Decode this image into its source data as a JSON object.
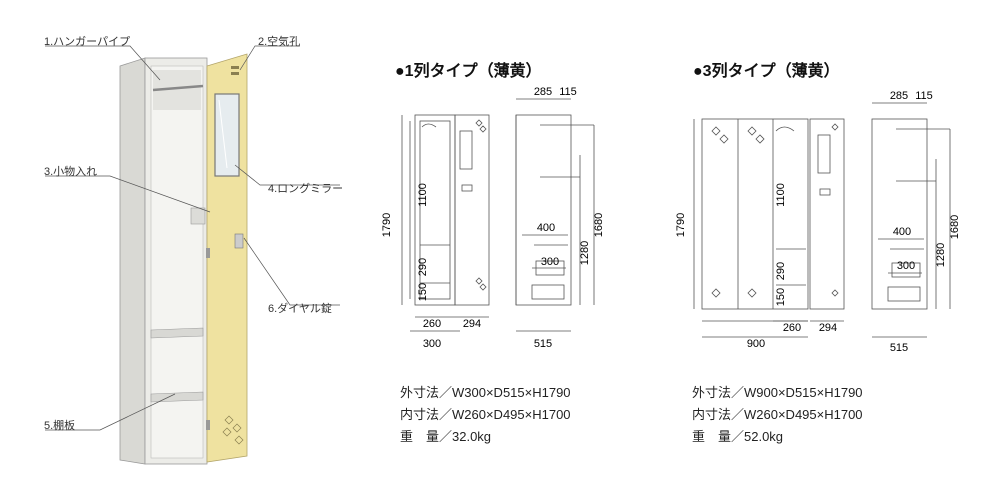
{
  "callouts": {
    "hanger": "1.ハンガーパイプ",
    "air_hole": "2.空気孔",
    "small_box": "3.小物入れ",
    "mirror": "4.ロングミラー",
    "shelf": "5.棚板",
    "dial_lock": "6.ダイヤル錠"
  },
  "type1": {
    "title": "●1列タイプ（薄黄）",
    "dims": {
      "h_total": "1790",
      "h_hanger": "1100",
      "h_box": "290",
      "h_bottom": "150",
      "w_inner": "260",
      "w_outer": "300",
      "w_door": "294",
      "d_top_a": "285",
      "d_top_b": "115",
      "d_400": "400",
      "d_300": "300",
      "h_1280": "1280",
      "h_1680": "1680",
      "d_total": "515"
    },
    "specs": [
      "外寸法／W300×D515×H1790",
      "内寸法／W260×D495×H1700",
      "重　量／32.0kg"
    ]
  },
  "type3": {
    "title": "●3列タイプ（薄黄）",
    "dims": {
      "h_total": "1790",
      "h_hanger": "1100",
      "h_box": "290",
      "h_bottom": "150",
      "w_inner": "260",
      "w_outer": "900",
      "w_door": "294",
      "d_top_a": "285",
      "d_top_b": "115",
      "d_400": "400",
      "d_300": "300",
      "h_1280": "1280",
      "h_1680": "1680",
      "d_total": "515"
    },
    "specs": [
      "外寸法／W900×D515×H1790",
      "内寸法／W260×D495×H1700",
      "重　量／52.0kg"
    ]
  },
  "colors": {
    "locker_body": "#eeeeea",
    "door_yellow": "#efe2a0",
    "line": "#555555"
  }
}
